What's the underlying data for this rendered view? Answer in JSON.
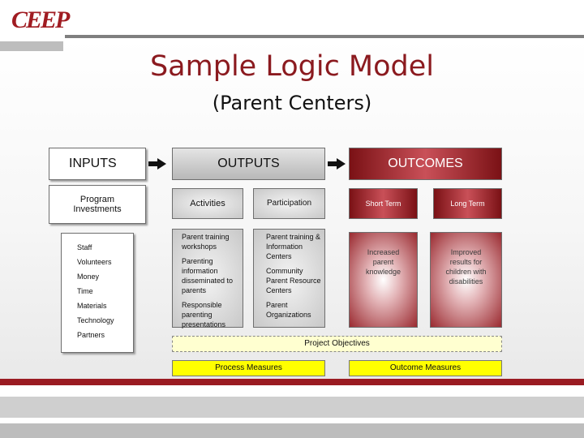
{
  "header": {
    "logo": "CEEP"
  },
  "title": "Sample Logic Model",
  "subtitle": "(Parent Centers)",
  "inputs": {
    "header": "INPUTS",
    "program": "Program Investments",
    "items": [
      "Staff",
      "Volunteers",
      "Money",
      "Time",
      "Materials",
      "Technology",
      "Partners"
    ]
  },
  "outputs": {
    "header": "OUTPUTS",
    "activities_label": "Activities",
    "participation_label": "Participation",
    "activities": [
      "Parent training workshops",
      "Parenting information disseminated to parents",
      "Responsible parenting presentations"
    ],
    "participation": [
      "Parent training & Information Centers",
      "Community Parent Resource Centers",
      "Parent Organizations"
    ]
  },
  "outcomes": {
    "header": "OUTCOMES",
    "short_label": "Short Term",
    "long_label": "Long Term",
    "short_text": "Increased parent knowledge",
    "long_text": "Improved results for children with disabilities"
  },
  "project_objectives": "Project Objectives",
  "process_measures": "Process Measures",
  "outcome_measures": "Outcome Measures",
  "colors": {
    "accent": "#8b1a1f",
    "highlight": "#ffff00"
  }
}
